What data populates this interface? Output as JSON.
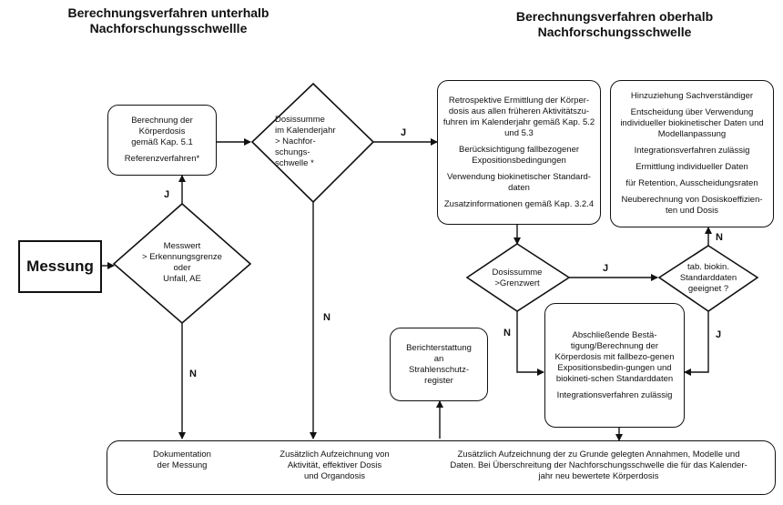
{
  "headings": {
    "left": [
      "Berechnungsverfahren unterhalb",
      "Nachforschungsschwellle"
    ],
    "right": [
      "Berechnungsverfahren oberhalb",
      "Nachforschungsschwelle"
    ]
  },
  "nodes": {
    "messung": "Messung",
    "koerperdosis": [
      "Berechnung der",
      "Körperdosis",
      "gemäß Kap. 5.1",
      "Referenzverfahren*"
    ],
    "messwert": [
      "Messwert",
      "> Erkennungsgrenze",
      "oder",
      "Unfall, AE"
    ],
    "dosissumme_kalender": [
      "Dosissumme",
      "im Kalenderjahr",
      "> Nachfor-",
      "schungs-",
      "schwelle *"
    ],
    "retrospektive": [
      "Retrospektive Ermittlung der Körper-dosis aus allen früheren Aktivitätszu-fuhren im Kalenderjahr gemäß Kap. 5.2 und 5.3",
      "Berücksichtigung fallbezogener Expositionsbedingungen",
      "Verwendung biokinetischer Standard-daten",
      "Zusatzinformationen gemäß Kap. 3.2.4"
    ],
    "sachverstaendiger": [
      "Hinzuziehung Sachverständiger",
      "Entscheidung über Verwendung individueller biokinetischer Daten und Modellanpassung",
      "Integrationsverfahren zulässig",
      "Ermittlung individueller Daten",
      "für Retention, Ausscheidungsraten",
      "Neuberechnung von Dosiskoeffizien-ten und Dosis"
    ],
    "dosissumme_grenzwert": [
      "Dosissumme",
      ">Grenzwert"
    ],
    "tab_biokin": [
      "tab. biokin.",
      "Standarddaten",
      "geeignet ?"
    ],
    "berichterstattung": [
      "Berichterstattung",
      "an",
      "Strahlenschutz-",
      "register"
    ],
    "abschliessende": [
      "Abschließende Bestä-tigung/Berechnung der Körperdosis mit fallbezo-genen Expositionsbedin-gungen und biokineti-schen Standarddaten",
      "Integrationsverfahren zulässig"
    ],
    "bottom": {
      "dokumentation": [
        "Dokumentation",
        "der Messung"
      ],
      "zusaetzlich_left": [
        "Zusätzlich Aufzeichnung von",
        "Aktivität, effektiver Dosis",
        "und Organdosis"
      ],
      "zusaetzlich_right": [
        "Zusätzlich Aufzeichnung der zu Grunde gelegten Annahmen, Modelle und",
        "Daten. Bei Überschreitung der Nachforschungsschwelle die für das Kalender-",
        "jahr neu bewertete Körperdosis"
      ]
    }
  },
  "edge_labels": {
    "yes": "J",
    "no": "N"
  }
}
